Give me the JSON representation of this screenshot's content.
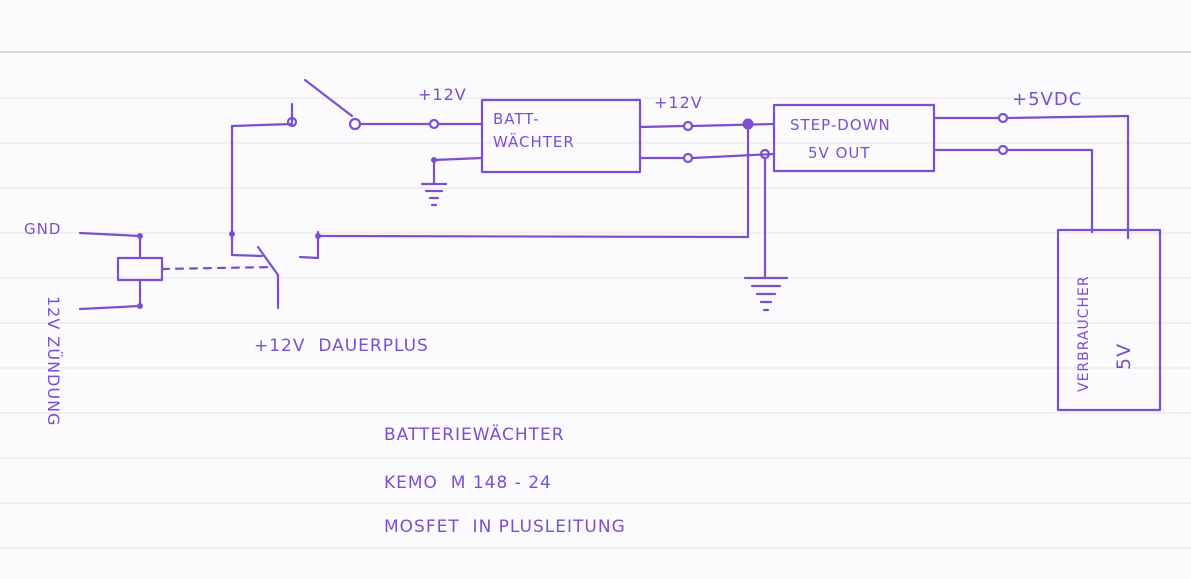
{
  "colors": {
    "ink": "#7c4ed0",
    "paper": "#fbfbfd",
    "ruling": "#e6e6ec"
  },
  "labels": {
    "gnd": "GND",
    "ignition": "12V ZÜNDUNG",
    "plus12_top": "+12V",
    "battwaechter_line1": "BATT-",
    "battwaechter_line2": "WÄCHTER",
    "plus12_mid": "+12V",
    "stepdown_line1": "STEP-DOWN",
    "stepdown_line2": "5V OUT",
    "plus5vdc": "+5VDC",
    "dauerplus": "+12V  DAUERPLUS",
    "verbraucher": "VERBRAUCHER",
    "verbraucher_v": "5V"
  },
  "notes": [
    "BATTERIEWÄCHTER",
    "KEMO  M 148 - 24",
    "MOSFET  IN PLUSLEITUNG"
  ]
}
